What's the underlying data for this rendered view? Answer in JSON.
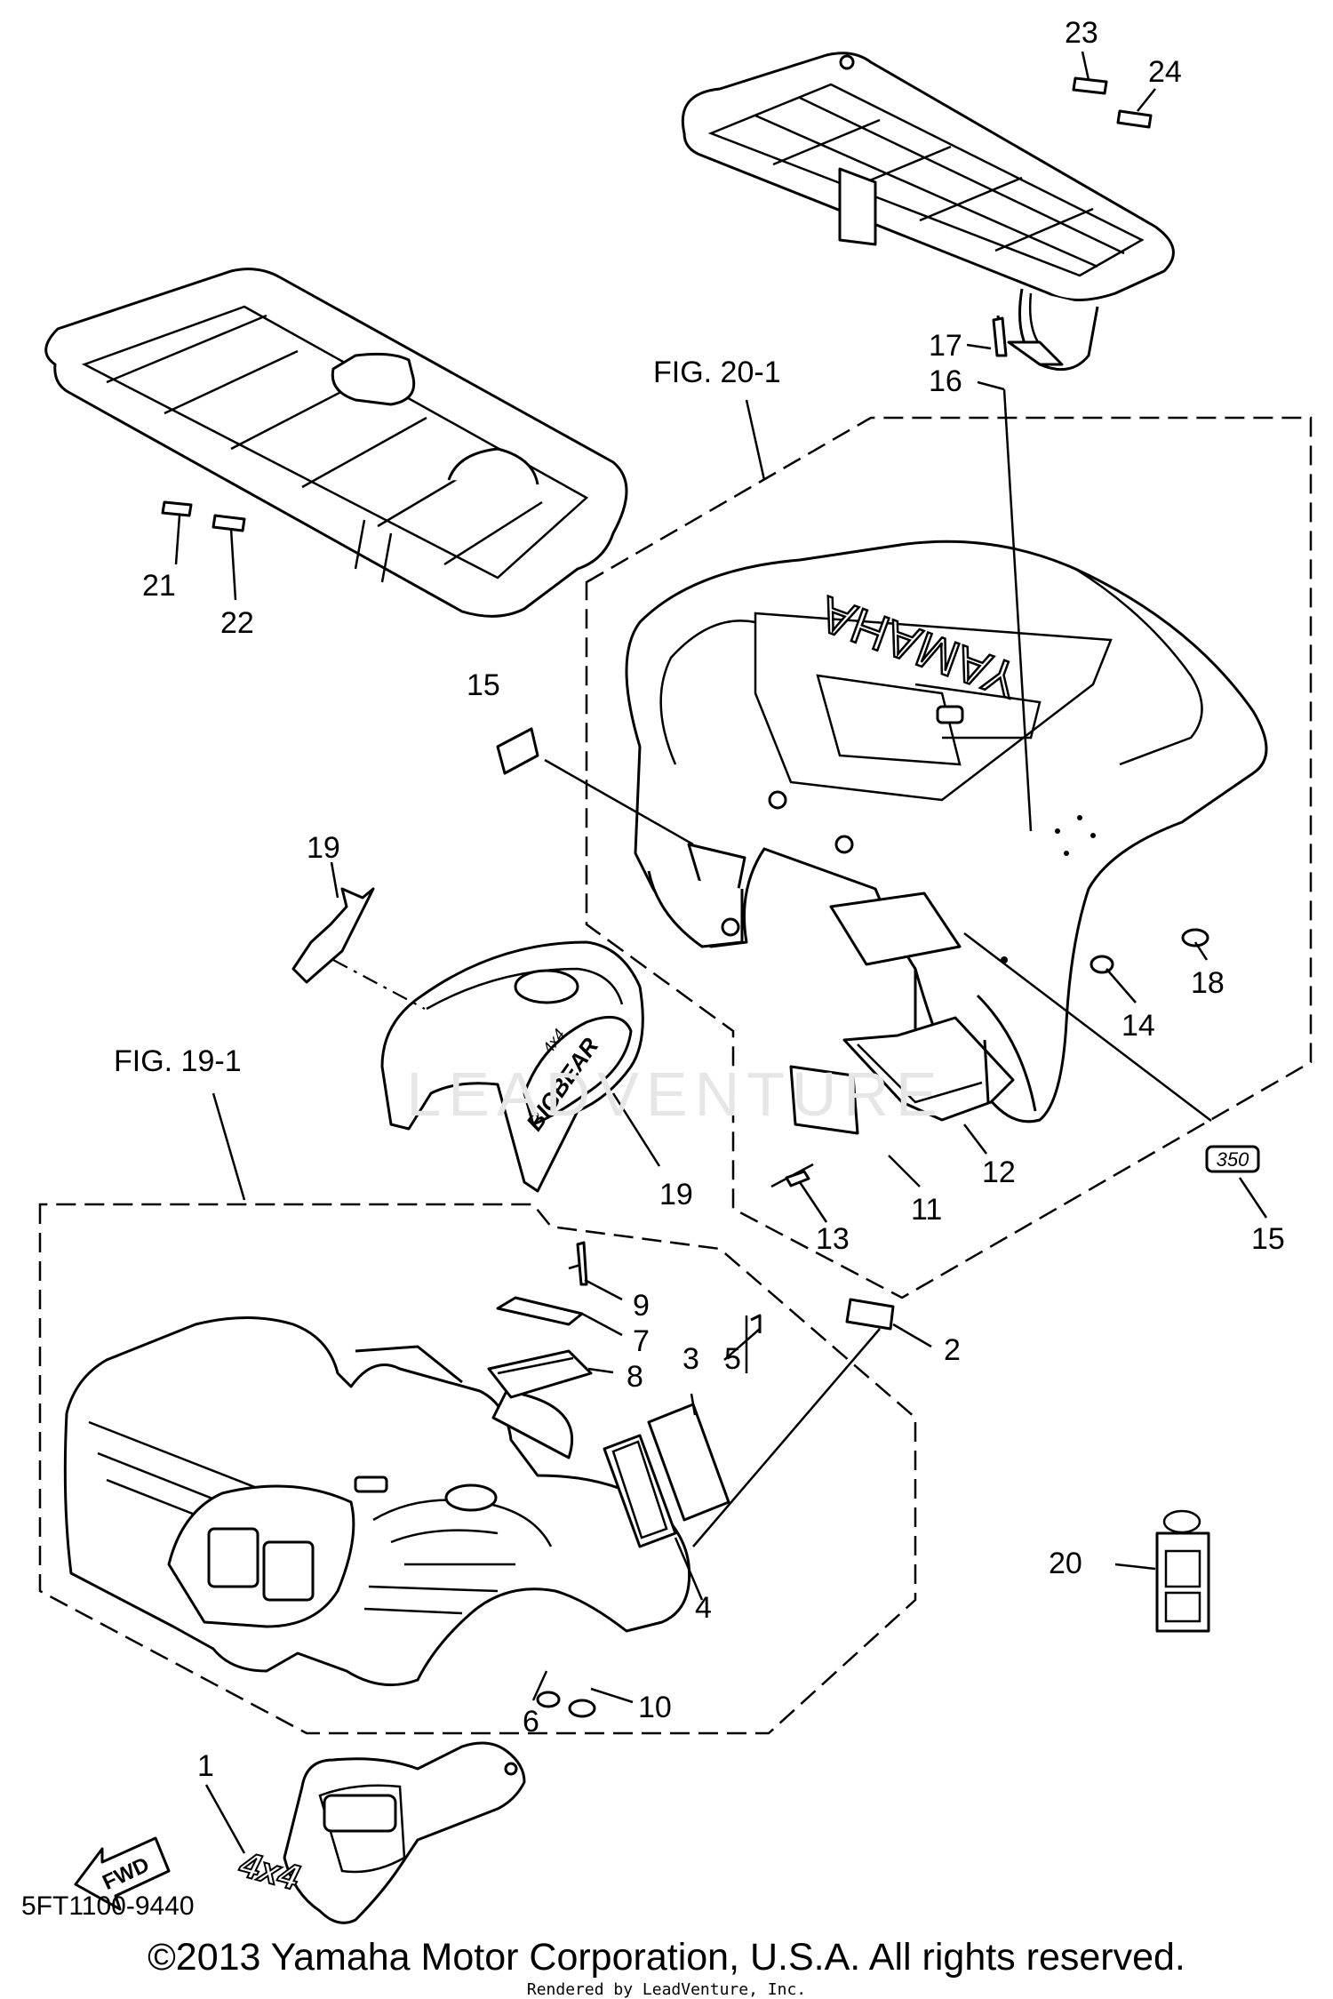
{
  "figure_refs": {
    "fig20": "FIG. 20-1",
    "fig19": "FIG. 19-1"
  },
  "callouts": [
    "1",
    "2",
    "3",
    "4",
    "5",
    "6",
    "7",
    "8",
    "9",
    "10",
    "11",
    "12",
    "13",
    "14",
    "15",
    "15",
    "16",
    "17",
    "18",
    "19",
    "19",
    "20",
    "21",
    "22",
    "23",
    "24"
  ],
  "decals": {
    "fender_brand": "YAMAHA",
    "side_cover": "BIGBEAR",
    "side_badge": "4x4",
    "badge_350": "350",
    "emblem_4x4": "4x4",
    "arrow": "FWD"
  },
  "watermark": "LEADVENTURE",
  "footer": {
    "part_code": "5FT1100-9440",
    "copyright": "©2013 Yamaha Motor Corporation, U.S.A. All rights reserved.",
    "rendered_by": "Rendered by LeadVenture, Inc."
  }
}
